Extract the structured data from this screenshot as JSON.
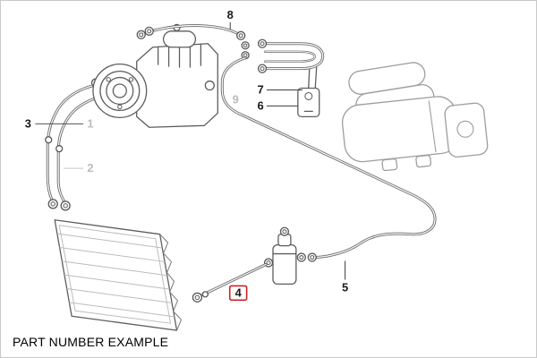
{
  "caption": {
    "text": "PART NUMBER EXAMPLE"
  },
  "labels": {
    "n1": "1",
    "n2": "2",
    "n3": "3",
    "n4": "4",
    "n5": "5",
    "n6": "6",
    "n7": "7",
    "n8": "8",
    "n9": "9"
  },
  "colors": {
    "highlight": "#cc2222"
  }
}
